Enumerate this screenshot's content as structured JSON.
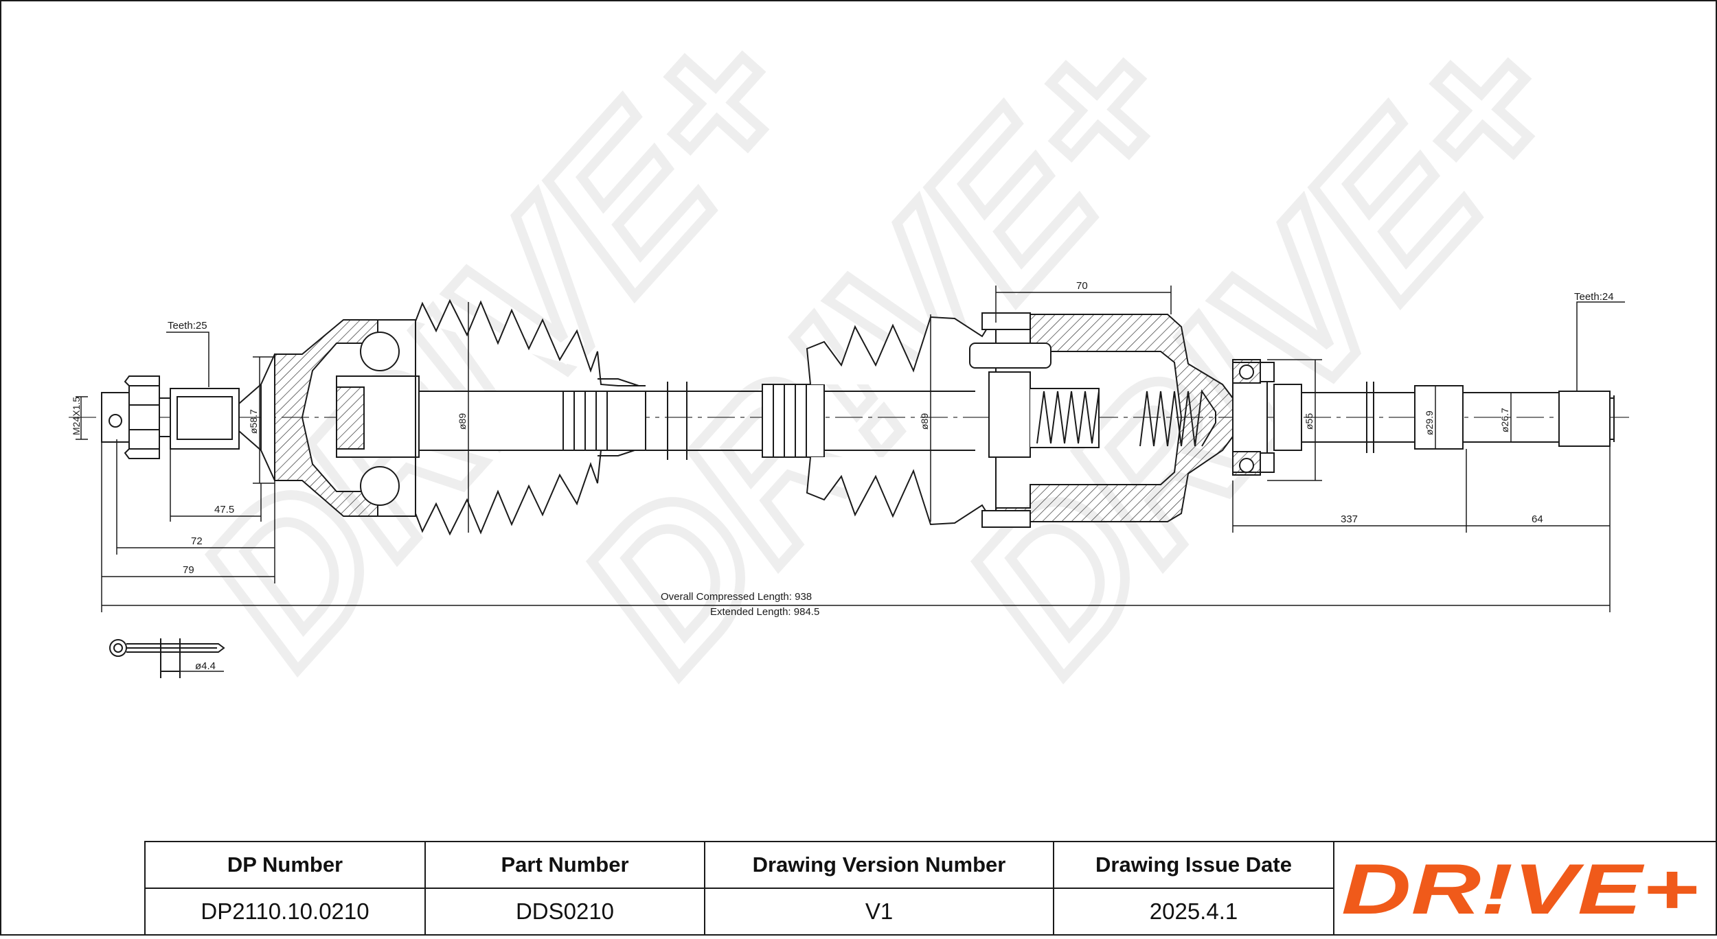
{
  "title_block": {
    "headers": {
      "dp_number": "DP Number",
      "part_number": "Part Number",
      "drawing_version": "Drawing Version Number",
      "issue_date": "Drawing Issue Date"
    },
    "values": {
      "dp_number": "DP2110.10.0210",
      "part_number": "DDS0210",
      "drawing_version": "V1",
      "issue_date": "2025.4.1"
    }
  },
  "logo": {
    "text": "DR!VE+",
    "color": "#f05a1a"
  },
  "watermark": {
    "text": "DR!VE+",
    "color": "#ececec"
  },
  "dimensions": {
    "teeth_left": "Teeth:25",
    "teeth_right": "Teeth:24",
    "thread": "M24X1.5",
    "d_58_7": "ø58.7",
    "d_89_left": "ø89",
    "d_89_right": "ø89",
    "d_55": "ø55",
    "d_29_9": "ø29.9",
    "d_26_7": "ø26.7",
    "len_70": "70",
    "len_47_5": "47.5",
    "len_72": "72",
    "len_79": "79",
    "len_337": "337",
    "len_64": "64",
    "overall": "Overall  Compressed  Length: 938",
    "extended": "Extended  Length: 984.5",
    "pin_dia": "ø4.4"
  },
  "colors": {
    "line": "#1a1a1a",
    "dash": "#444444"
  }
}
